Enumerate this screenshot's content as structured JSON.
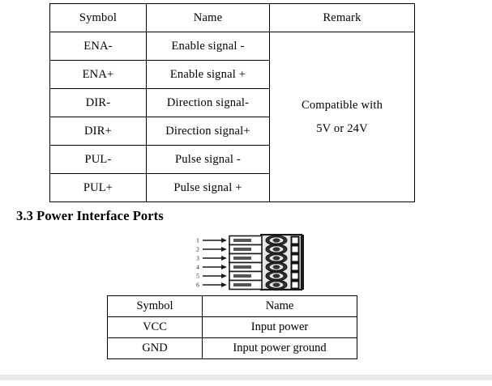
{
  "document": {
    "background_color": "#ffffff",
    "text_color": "#000000",
    "footer_divider_color": "#e9e9e9"
  },
  "signal_table": {
    "headers": {
      "symbol": "Symbol",
      "name": "Name",
      "remark": "Remark"
    },
    "rows": [
      {
        "symbol": "ENA-",
        "name": "Enable signal -"
      },
      {
        "symbol": "ENA+",
        "name": "Enable signal +"
      },
      {
        "symbol": "DIR-",
        "name": "Direction signal-"
      },
      {
        "symbol": "DIR+",
        "name": "Direction signal+"
      },
      {
        "symbol": "PUL-",
        "name": "Pulse signal -"
      },
      {
        "symbol": "PUL+",
        "name": "Pulse signal +"
      }
    ],
    "remark_line1": "Compatible with",
    "remark_line2": "5V or 24V"
  },
  "section": {
    "heading": "3.3 Power Interface Ports"
  },
  "connector_diagram": {
    "pin_labels": [
      "1",
      "2",
      "3",
      "4",
      "5",
      "6"
    ],
    "pin_count": 6,
    "body_fill": "#c9c9c9",
    "outline_color": "#1a1a1a",
    "wire_fill": "#ffffff"
  },
  "power_table": {
    "headers": {
      "symbol": "Symbol",
      "name": "Name"
    },
    "rows": [
      {
        "symbol": "VCC",
        "name": "Input power"
      },
      {
        "symbol": "GND",
        "name": "Input power ground"
      }
    ]
  }
}
